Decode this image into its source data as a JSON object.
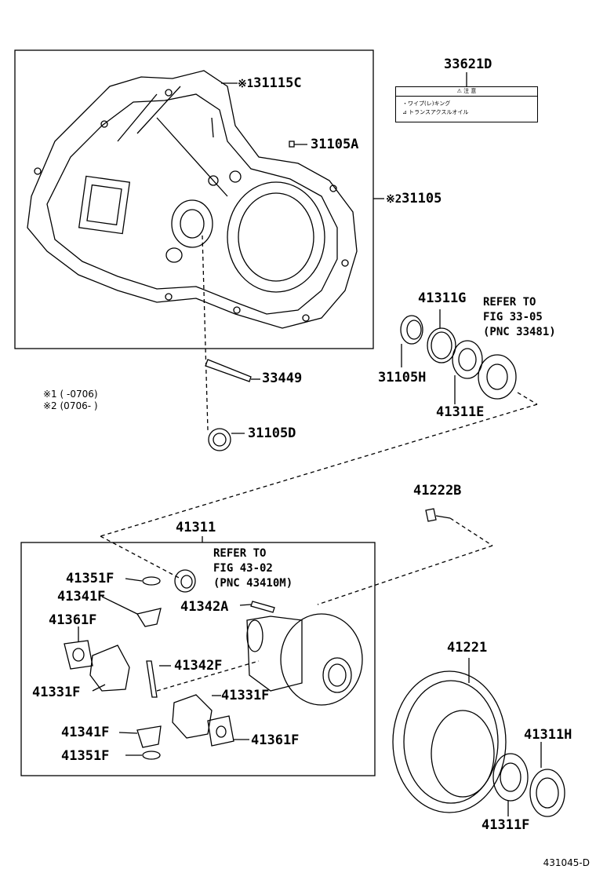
{
  "labels": {
    "p31115C": "31115C",
    "p31105A": "31105A",
    "p31105": "31105",
    "p33621D": "33621D",
    "p41311G": "41311G",
    "p31105H": "31105H",
    "p41311E": "41311E",
    "p33449": "33449",
    "p31105D": "31105D",
    "p41222B": "41222B",
    "p41311": "41311",
    "p41351F_top": "41351F",
    "p41341F_top": "41341F",
    "p41361F_left": "41361F",
    "p41331F_left": "41331F",
    "p41342A": "41342A",
    "p41342F": "41342F",
    "p41331F_right": "41331F",
    "p41341F_bottom": "41341F",
    "p41351F_bottom": "41351F",
    "p41361F_right": "41361F",
    "p41221": "41221",
    "p41311H": "41311H",
    "p41311F": "41311F"
  },
  "marks": {
    "mark1": "※1",
    "mark2": "※2"
  },
  "refs": {
    "ref1_line1": "REFER TO",
    "ref1_line2": "FIG 33-05",
    "ref1_line3": "(PNC 33481)",
    "ref2_line1": "REFER TO",
    "ref2_line2": "FIG 43-02",
    "ref2_line3": "(PNC 43410M)"
  },
  "notes": {
    "note1": "※1 (      -0706)",
    "note2": "※2 (0706-        )"
  },
  "caution_tag": {
    "header": "⚠ 注 意",
    "line1": "・ワイプ(レ)キング",
    "line2": "⊿ トランスアクスルオイル"
  },
  "figure_id": "431045-D"
}
